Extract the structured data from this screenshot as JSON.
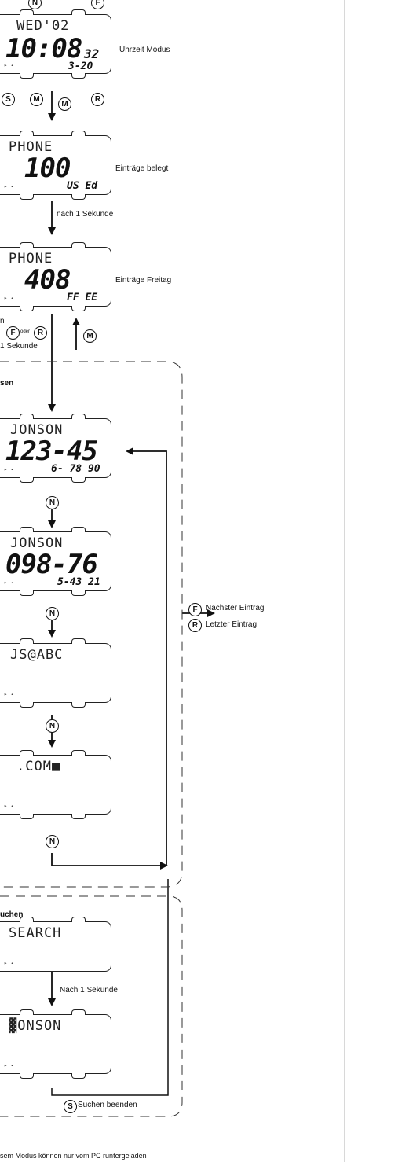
{
  "buttons": {
    "n": "N",
    "f": "F",
    "s": "S",
    "m": "M",
    "r": "R"
  },
  "screens": {
    "time": {
      "top": "WED'02",
      "big": "10:08",
      "sec": "32",
      "small": "3-20",
      "ind": "▸ ◂",
      "label": "Uhrzeit Modus"
    },
    "phone1": {
      "top": "PHONE",
      "big": "100",
      "small": "US Ed",
      "ind": "▸ ◂",
      "label": "Einträge belegt"
    },
    "phone2": {
      "top": "PHONE",
      "big": "408",
      "small": "FF EE",
      "ind": "▸ ◂",
      "label": "Einträge Freitag"
    },
    "entry1": {
      "top": "JONSON",
      "big": "123-45",
      "small": "6- 78 90",
      "ind": "▸ ◂"
    },
    "entry2": {
      "top": "JONSON",
      "big": "098-76",
      "small": "5-43 21",
      "ind": "▸ ◂"
    },
    "entry3": {
      "top": "JS@ABC",
      "ind": "▸ ◂"
    },
    "entry4": {
      "top": ".COM■",
      "ind": "▸ ◂"
    },
    "search1": {
      "top": "SEARCH",
      "ind": "▸ ◂"
    },
    "search2": {
      "top": "▓ONSON",
      "ind": "▸ ◂"
    }
  },
  "labels": {
    "after1s": "nach 1 Sekunde",
    "after1sCap": "Nach 1 Sekunde",
    "oder": "oder",
    "leftEdge1": "n",
    "leftEdge2": "1 Sekunde",
    "sectionRead": "sen",
    "sectionSearch": "uchen",
    "next": "Nächster Eintrag",
    "last": "Letzter Eintrag",
    "endSearch": "Suchen beenden",
    "footer": "sem Modus können nur vom PC runtergeladen"
  }
}
